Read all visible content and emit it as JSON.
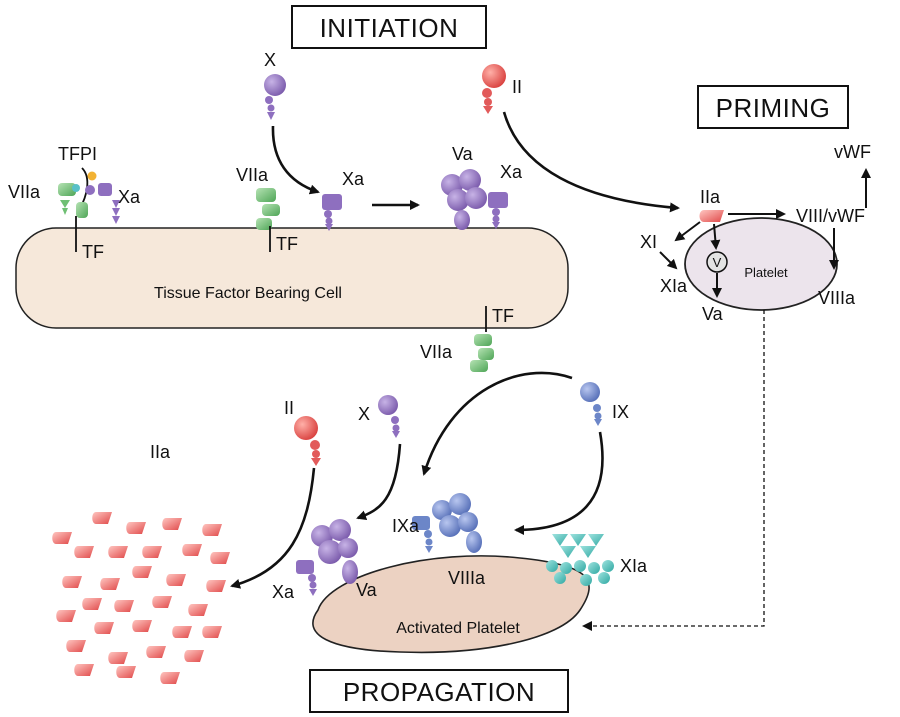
{
  "stages": {
    "initiation": "INITIATION",
    "priming": "PRIMING",
    "propagation": "PROPAGATION"
  },
  "cells": {
    "tf_cell": "Tissue Factor Bearing Cell",
    "platelet": "Platelet",
    "activated_platelet": "Activated Platelet"
  },
  "labels": {
    "x_top": "X",
    "ii_top": "II",
    "tfpi": "TFPI",
    "viia_left": "VIIa",
    "xa_left": "Xa",
    "tf_left": "TF",
    "viia_mid": "VIIa",
    "tf_mid": "TF",
    "xa_mid": "Xa",
    "va_top": "Va",
    "xa_complex": "Xa",
    "tf_bottom": "TF",
    "viia_bottom": "VIIa",
    "iia_priming": "IIa",
    "viii_vwf": "VIII/vWF",
    "vwf": "vWF",
    "xi": "XI",
    "xia_priming": "XIa",
    "v_circle": "V",
    "va_priming": "Va",
    "viiia_priming": "VIIIa",
    "ii_prop": "II",
    "x_prop": "X",
    "ix_prop": "IX",
    "iia_prop": "IIa",
    "ixa_prop": "IXa",
    "xa_prop": "Xa",
    "va_prop": "Va",
    "viiia_prop": "VIIIa",
    "xia_prop": "XIa"
  },
  "colors": {
    "purple": "#8e6fbf",
    "green": "#6fbf73",
    "red": "#e25a5a",
    "blue": "#6c86c8",
    "teal": "#4fbfb9",
    "cell_fill": "#f6e8da",
    "activated_fill": "#ecd2c2",
    "platelet_fill": "#ece4ec"
  }
}
